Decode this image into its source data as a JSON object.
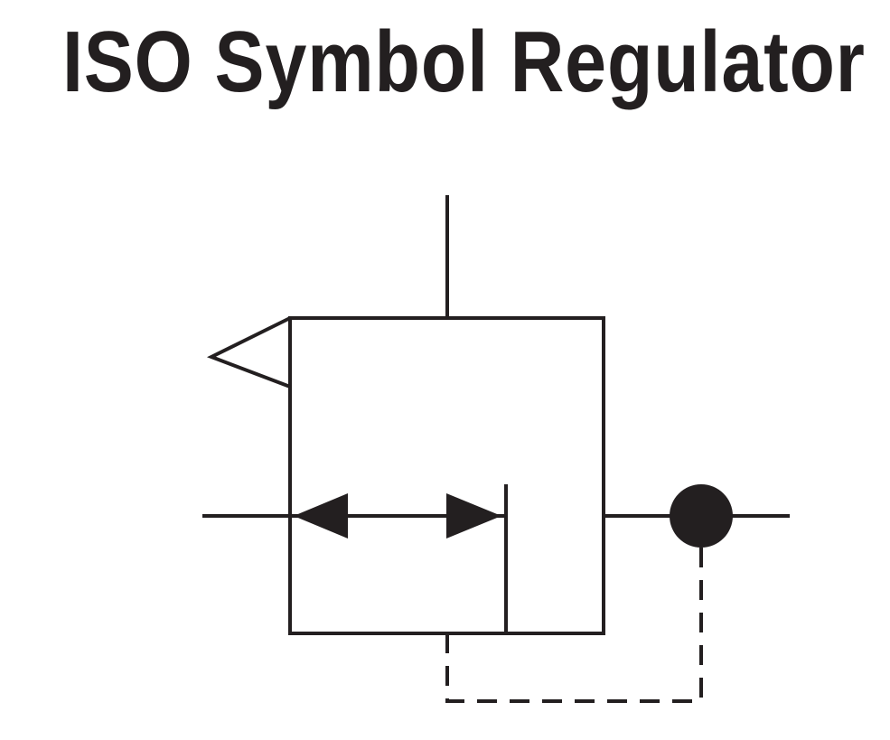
{
  "title": "ISO Symbol Regulator",
  "colors": {
    "ink": "#231f20",
    "background": "#ffffff"
  },
  "symbol": {
    "type": "pressure-regulator",
    "standard": "ISO"
  }
}
